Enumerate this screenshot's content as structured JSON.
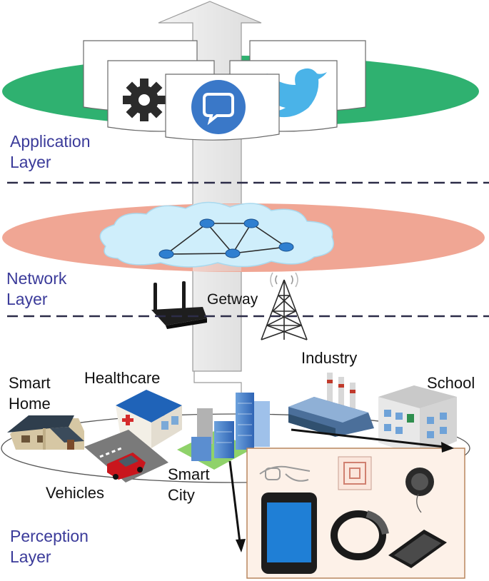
{
  "layers": {
    "application": {
      "line1": "Application",
      "line2": "Layer"
    },
    "network": {
      "line1": "Network",
      "line2": "Layer"
    },
    "perception": {
      "line1": "Perception",
      "line2": "Layer"
    }
  },
  "network": {
    "gateway_label": "Getway"
  },
  "perception": {
    "domains": {
      "smart_home": {
        "line1": "Smart",
        "line2": "Home"
      },
      "healthcare": "Healthcare",
      "industry": "Industry",
      "school": "School",
      "vehicles": "Vehicles",
      "smart_city": {
        "line1": "Smart",
        "line2": "City"
      }
    },
    "devices": [
      "smart-glasses",
      "rfid-tag",
      "sensor-button",
      "tablet",
      "smart-bracelet",
      "smartphone"
    ]
  },
  "colors": {
    "application_ellipse": "#2fb170",
    "network_ellipse": "#f0a694",
    "cloud": "#cfeefb",
    "layer_text": "#3b3b9a",
    "device_panel": "#fdf1e8",
    "device_panel_border": "#b8865e"
  },
  "icons": {
    "application": [
      "gear-icon",
      "chat-bubble-icon",
      "twitter-bird-icon"
    ],
    "network": [
      "wifi-router-icon",
      "cell-tower-icon",
      "router-node-icon"
    ]
  }
}
